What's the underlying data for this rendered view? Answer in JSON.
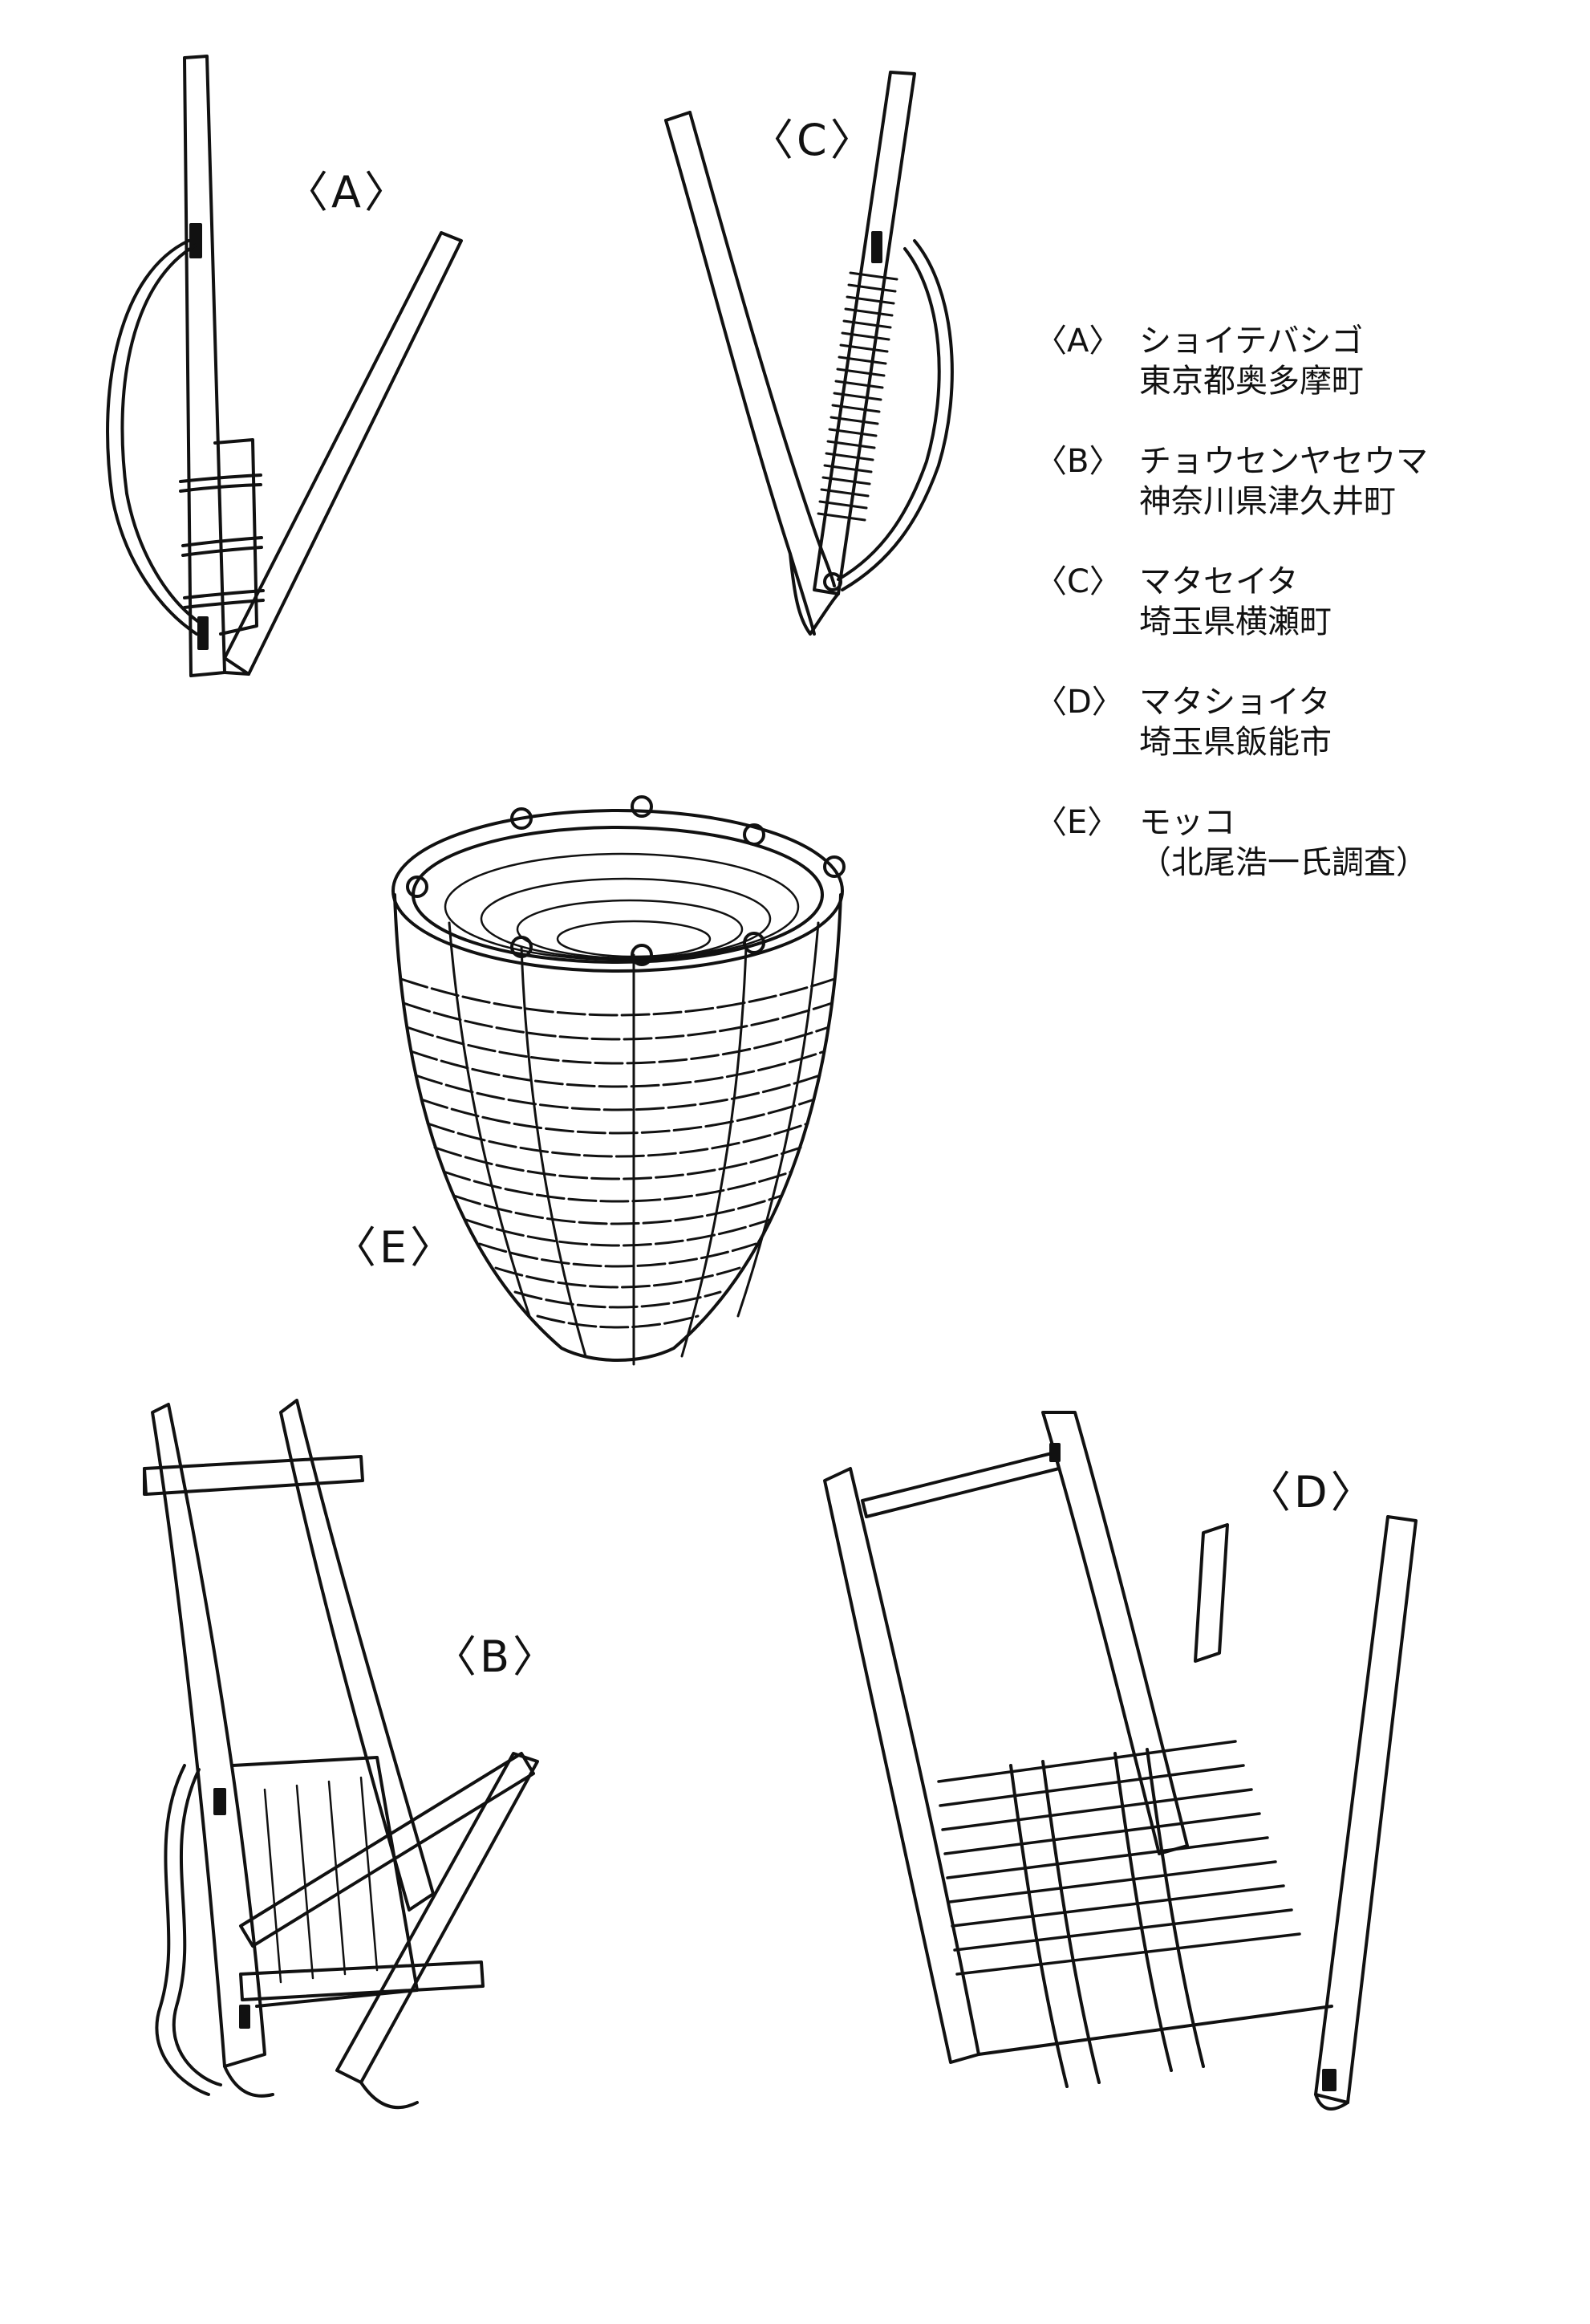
{
  "figure_labels": {
    "a": "〈A〉",
    "b": "〈B〉",
    "c": "〈C〉",
    "d": "〈D〉",
    "e": "〈E〉"
  },
  "legend": [
    {
      "key": "〈A〉",
      "name": "ショイテバシゴ",
      "place": "東京都奥多摩町"
    },
    {
      "key": "〈B〉",
      "name": "チョウセンヤセウマ",
      "place": "神奈川県津久井町"
    },
    {
      "key": "〈C〉",
      "name": "マタセイタ",
      "place": "埼玉県横瀬町"
    },
    {
      "key": "〈D〉",
      "name": "マタショイタ",
      "place": "埼玉県飯能市"
    },
    {
      "key": "〈E〉",
      "name": "モッコ",
      "place": "（北尾浩一氏調査）"
    }
  ],
  "colors": {
    "ink": "#111111",
    "paper": "#ffffff"
  }
}
